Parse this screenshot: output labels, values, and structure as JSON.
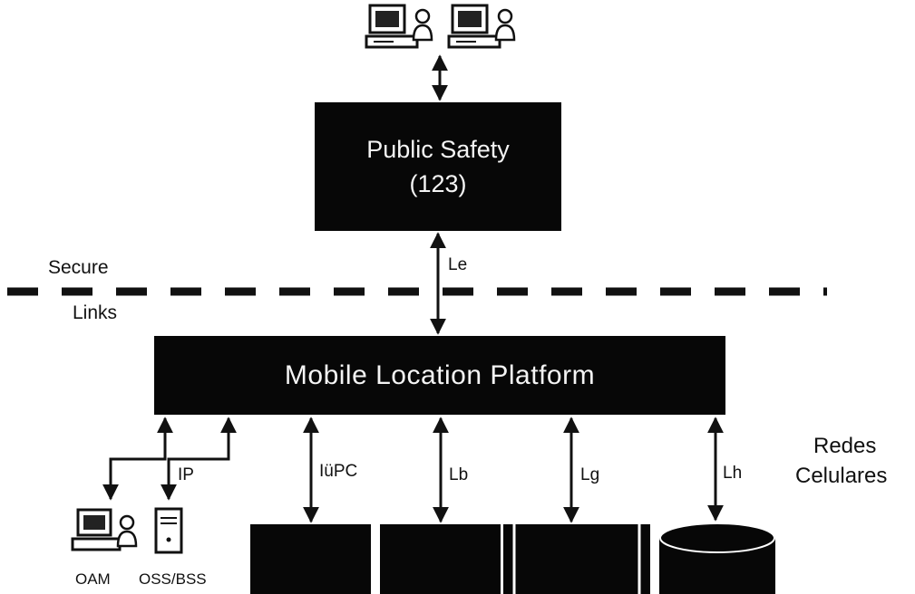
{
  "public_safety": {
    "title": "Public Safety",
    "code": "(123)"
  },
  "secure_links": {
    "line1": "Secure",
    "line2": "Links"
  },
  "interface_le": "Le",
  "mobile_location_platform": "Mobile Location Platform",
  "interfaces": {
    "ip": "IP",
    "iupc": "IüPC",
    "lb": "Lb",
    "lg": "Lg",
    "lh": "Lh"
  },
  "redes_celulares": {
    "line1": "Redes",
    "line2": "Celulares"
  },
  "oam": "OAM",
  "oss_bss": "OSS/BSS",
  "icons": {
    "top_users": [
      "computer-user-icon",
      "computer-user-icon"
    ],
    "oam_terminal": "computer-user-icon",
    "oss_bss_server": "server-tower-icon",
    "database": "database-cylinder-icon"
  },
  "colors": {
    "box_fill": "#070707",
    "box_text": "#f4f4f4",
    "line": "#111111"
  }
}
